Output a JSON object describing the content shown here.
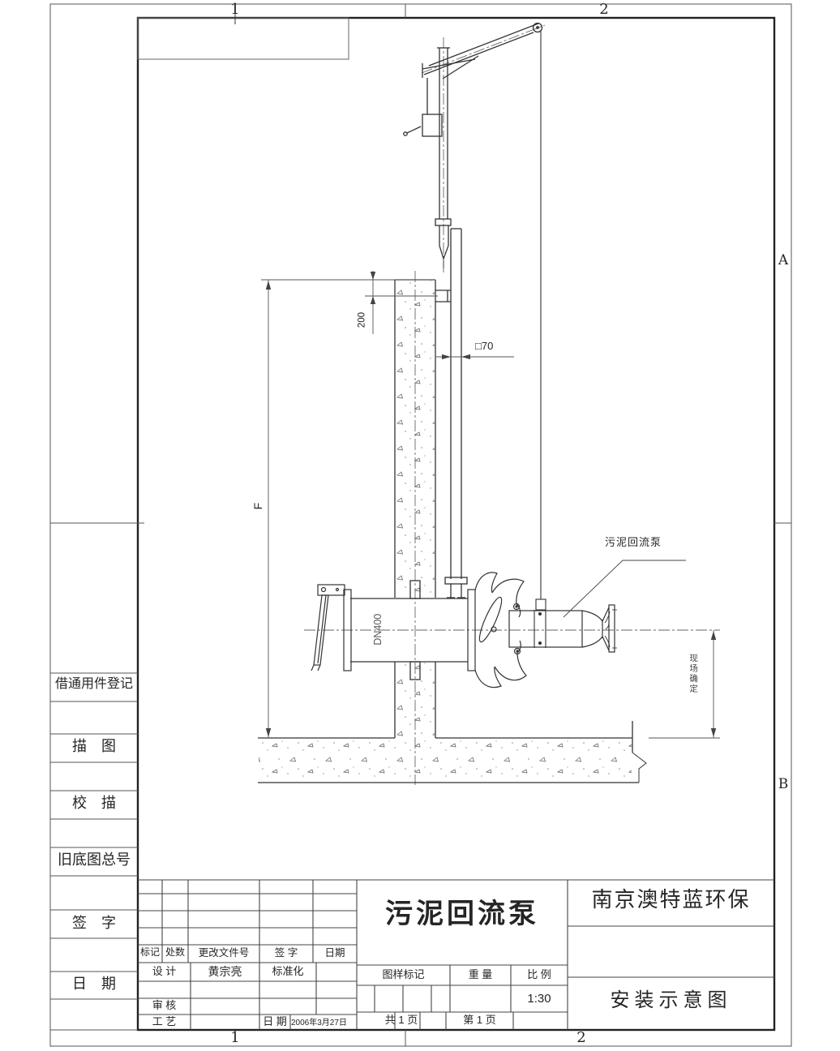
{
  "frame": {
    "zones": {
      "top1": "1",
      "top2": "2",
      "bottom1": "1",
      "bottom2": "2",
      "rightA": "A",
      "rightB": "B"
    }
  },
  "left_strip": {
    "rows": {
      "borrow": "借通用件登记",
      "trace": "描　图",
      "check_trace": "校　描",
      "old_no": "旧底图总号",
      "sign": "签　字",
      "date": "日　期"
    }
  },
  "drawing": {
    "dim_top": "200",
    "dim_rail": "□70",
    "dim_height": "F",
    "pipe_size": "DN400",
    "pump_label": "污泥回流泵",
    "depth_note": "现场确定"
  },
  "title_block": {
    "rev_header": {
      "mark": "标记",
      "count": "处数",
      "doc": "更改文件号",
      "sign": "签 字",
      "date": "日期"
    },
    "design": "设 计",
    "designer": "黄宗亮",
    "standard": "标准化",
    "audit": "审 核",
    "process": "工 艺",
    "date_label": "日 期",
    "date_value": "2006年3月27日",
    "product": "污泥回流泵",
    "mark_label": "图样标记",
    "weight_label": "重 量",
    "scale_label": "比 例",
    "scale_value": "1:30",
    "pages_total": "共 1 页",
    "page_num": "第 1 页",
    "company": "南京澳特蓝环保",
    "sheet_title": "安装示意图"
  }
}
